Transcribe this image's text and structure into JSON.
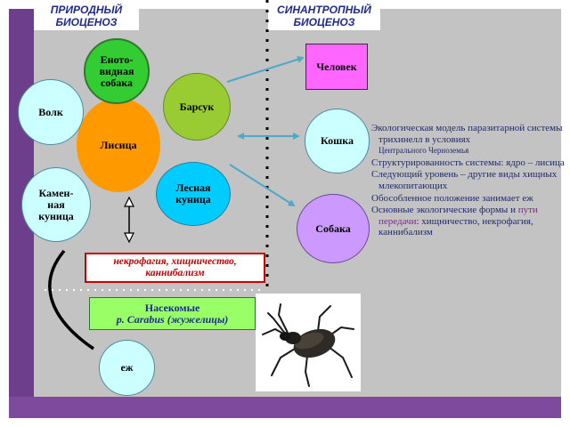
{
  "headers": {
    "natural": "ПРИРОДНЫЙ\nБИОЦЕНОЗ",
    "synanthropic": "СИНАНТРОПНЫЙ\nБИОЦЕНОЗ"
  },
  "natural_nodes": {
    "raccoon_dog": "Енотo-\nвидная\nсобака",
    "wolf": "Волк",
    "fox": "Лисица",
    "badger": "Барсук",
    "stone_marten": "Камен-\nная\nкуница",
    "pine_marten": "Лесная\nкуница",
    "hedgehog": "еж"
  },
  "synanthropic_nodes": {
    "human": "Человек",
    "cat": "Кошка",
    "dog": "Собака"
  },
  "feeding_box": "некрофагия, хищничество,\nканнибализм",
  "insects_box": {
    "line1": "Насекомые",
    "line2": "р. Carabus (жужелицы)"
  },
  "notes": [
    {
      "bullet": "",
      "text": "Экологическая модель паразитарной системы трихинелл в условиях",
      "small": "Центрального Черноземья"
    },
    {
      "bullet": "",
      "text": "Структурированность системы: ядро – лисица"
    },
    {
      "bullet": "",
      "text": " Следующий уровень – другие виды хищных млекопитающих"
    },
    {
      "bullet": "",
      "text": "Обособленное положение занимает еж"
    },
    {
      "bullet": "",
      "text_a": "Основные экологические формы и ",
      "text_hl": "пути передачи",
      "text_b": ": хищничество, некрофагия, каннибализм"
    }
  ],
  "colors": {
    "panel": "#c3c3c3",
    "stripe": "#7d4a9d",
    "orange": "#ff9900",
    "green": "#33cc33",
    "light_blue": "#ccffff",
    "olive": "#99cc33",
    "cyan": "#00ccff",
    "magenta": "#ff66ff",
    "lavender": "#cc99ff",
    "lime": "#99ff66"
  }
}
